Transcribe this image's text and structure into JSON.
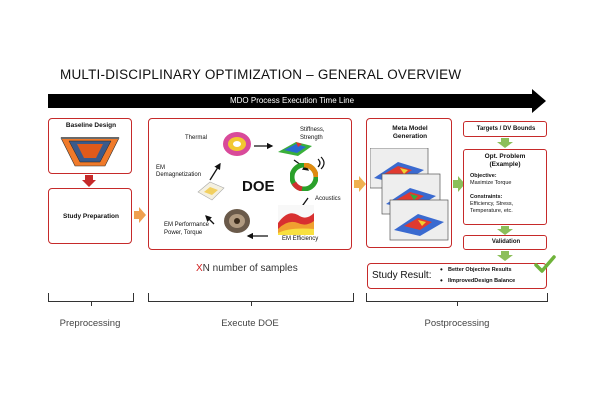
{
  "title": "MULTI-DISCIPLINARY OPTIMIZATION – GENERAL OVERVIEW",
  "timeline": {
    "label": "MDO Process Execution Time Line"
  },
  "preprocessing": {
    "baseline_design": "Baseline Design",
    "study_preparation": "Study Preparation",
    "caption": "Preprocessing"
  },
  "doe": {
    "center_label": "DOE",
    "thermal": "Thermal",
    "stiffness_line1": "Stiffness,",
    "stiffness_line2": "Strength",
    "acoustics": "Acoustics",
    "em_efficiency": "EM Efficiency",
    "em_perf_line1": "EM Performance",
    "em_perf_line2": "Power, Torque",
    "em_demag_line1": "EM",
    "em_demag_line2": "Demagnetization",
    "samples_x": "X",
    "samples_text": "N number of samples",
    "caption": "Execute DOE"
  },
  "postprocessing": {
    "meta_model_line1": "Meta Model",
    "meta_model_line2": "Generation",
    "targets": "Targets / DV Bounds",
    "opt_problem_line1": "Opt. Problem",
    "opt_problem_line2": "(Example)",
    "objective_label": "Objective:",
    "objective_value": "Maximize Torque",
    "constraints_label": "Constraints:",
    "constraints_value_line1": "Efficiency, Stress,",
    "constraints_value_line2": "Temperature, etc.",
    "validation": "Validation",
    "study_result_label": "Study Result:",
    "result_bullet1": "Better Objective Results",
    "result_bullet2": "IImprovedDesign Balance",
    "caption": "Postprocessing"
  },
  "colors": {
    "accent_red": "#c62a2a",
    "arrow_orange": "#f0a050",
    "arrow_green": "#8cbf5a",
    "timeline_black": "#000000",
    "check_green": "#6fb33a"
  }
}
